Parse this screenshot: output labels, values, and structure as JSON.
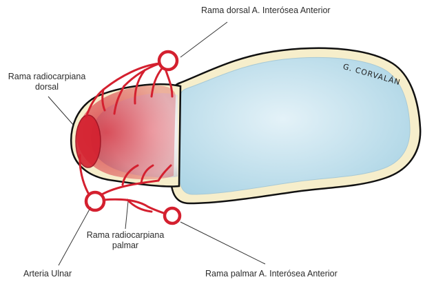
{
  "labels": {
    "dorsal_branch_aia": "Rama dorsal  A. Interósea Anterior",
    "dorsal_radiocarpal_line1": "Rama radiocarpiana",
    "dorsal_radiocarpal_line2": "dorsal",
    "palmar_radiocarpal_line1": "Rama radiocarpiana",
    "palmar_radiocarpal_line2": "palmar",
    "ulnar_artery": "Arteria Ulnar",
    "palmar_branch_aia": "Rama palmar A. Interósea Anterior"
  },
  "signature": "G. CORVALÁN",
  "colors": {
    "artery": "#d4202f",
    "outline": "#111111",
    "cortex": "#f6eecb",
    "marrow": "#bfe0ec",
    "leader": "#333333"
  }
}
